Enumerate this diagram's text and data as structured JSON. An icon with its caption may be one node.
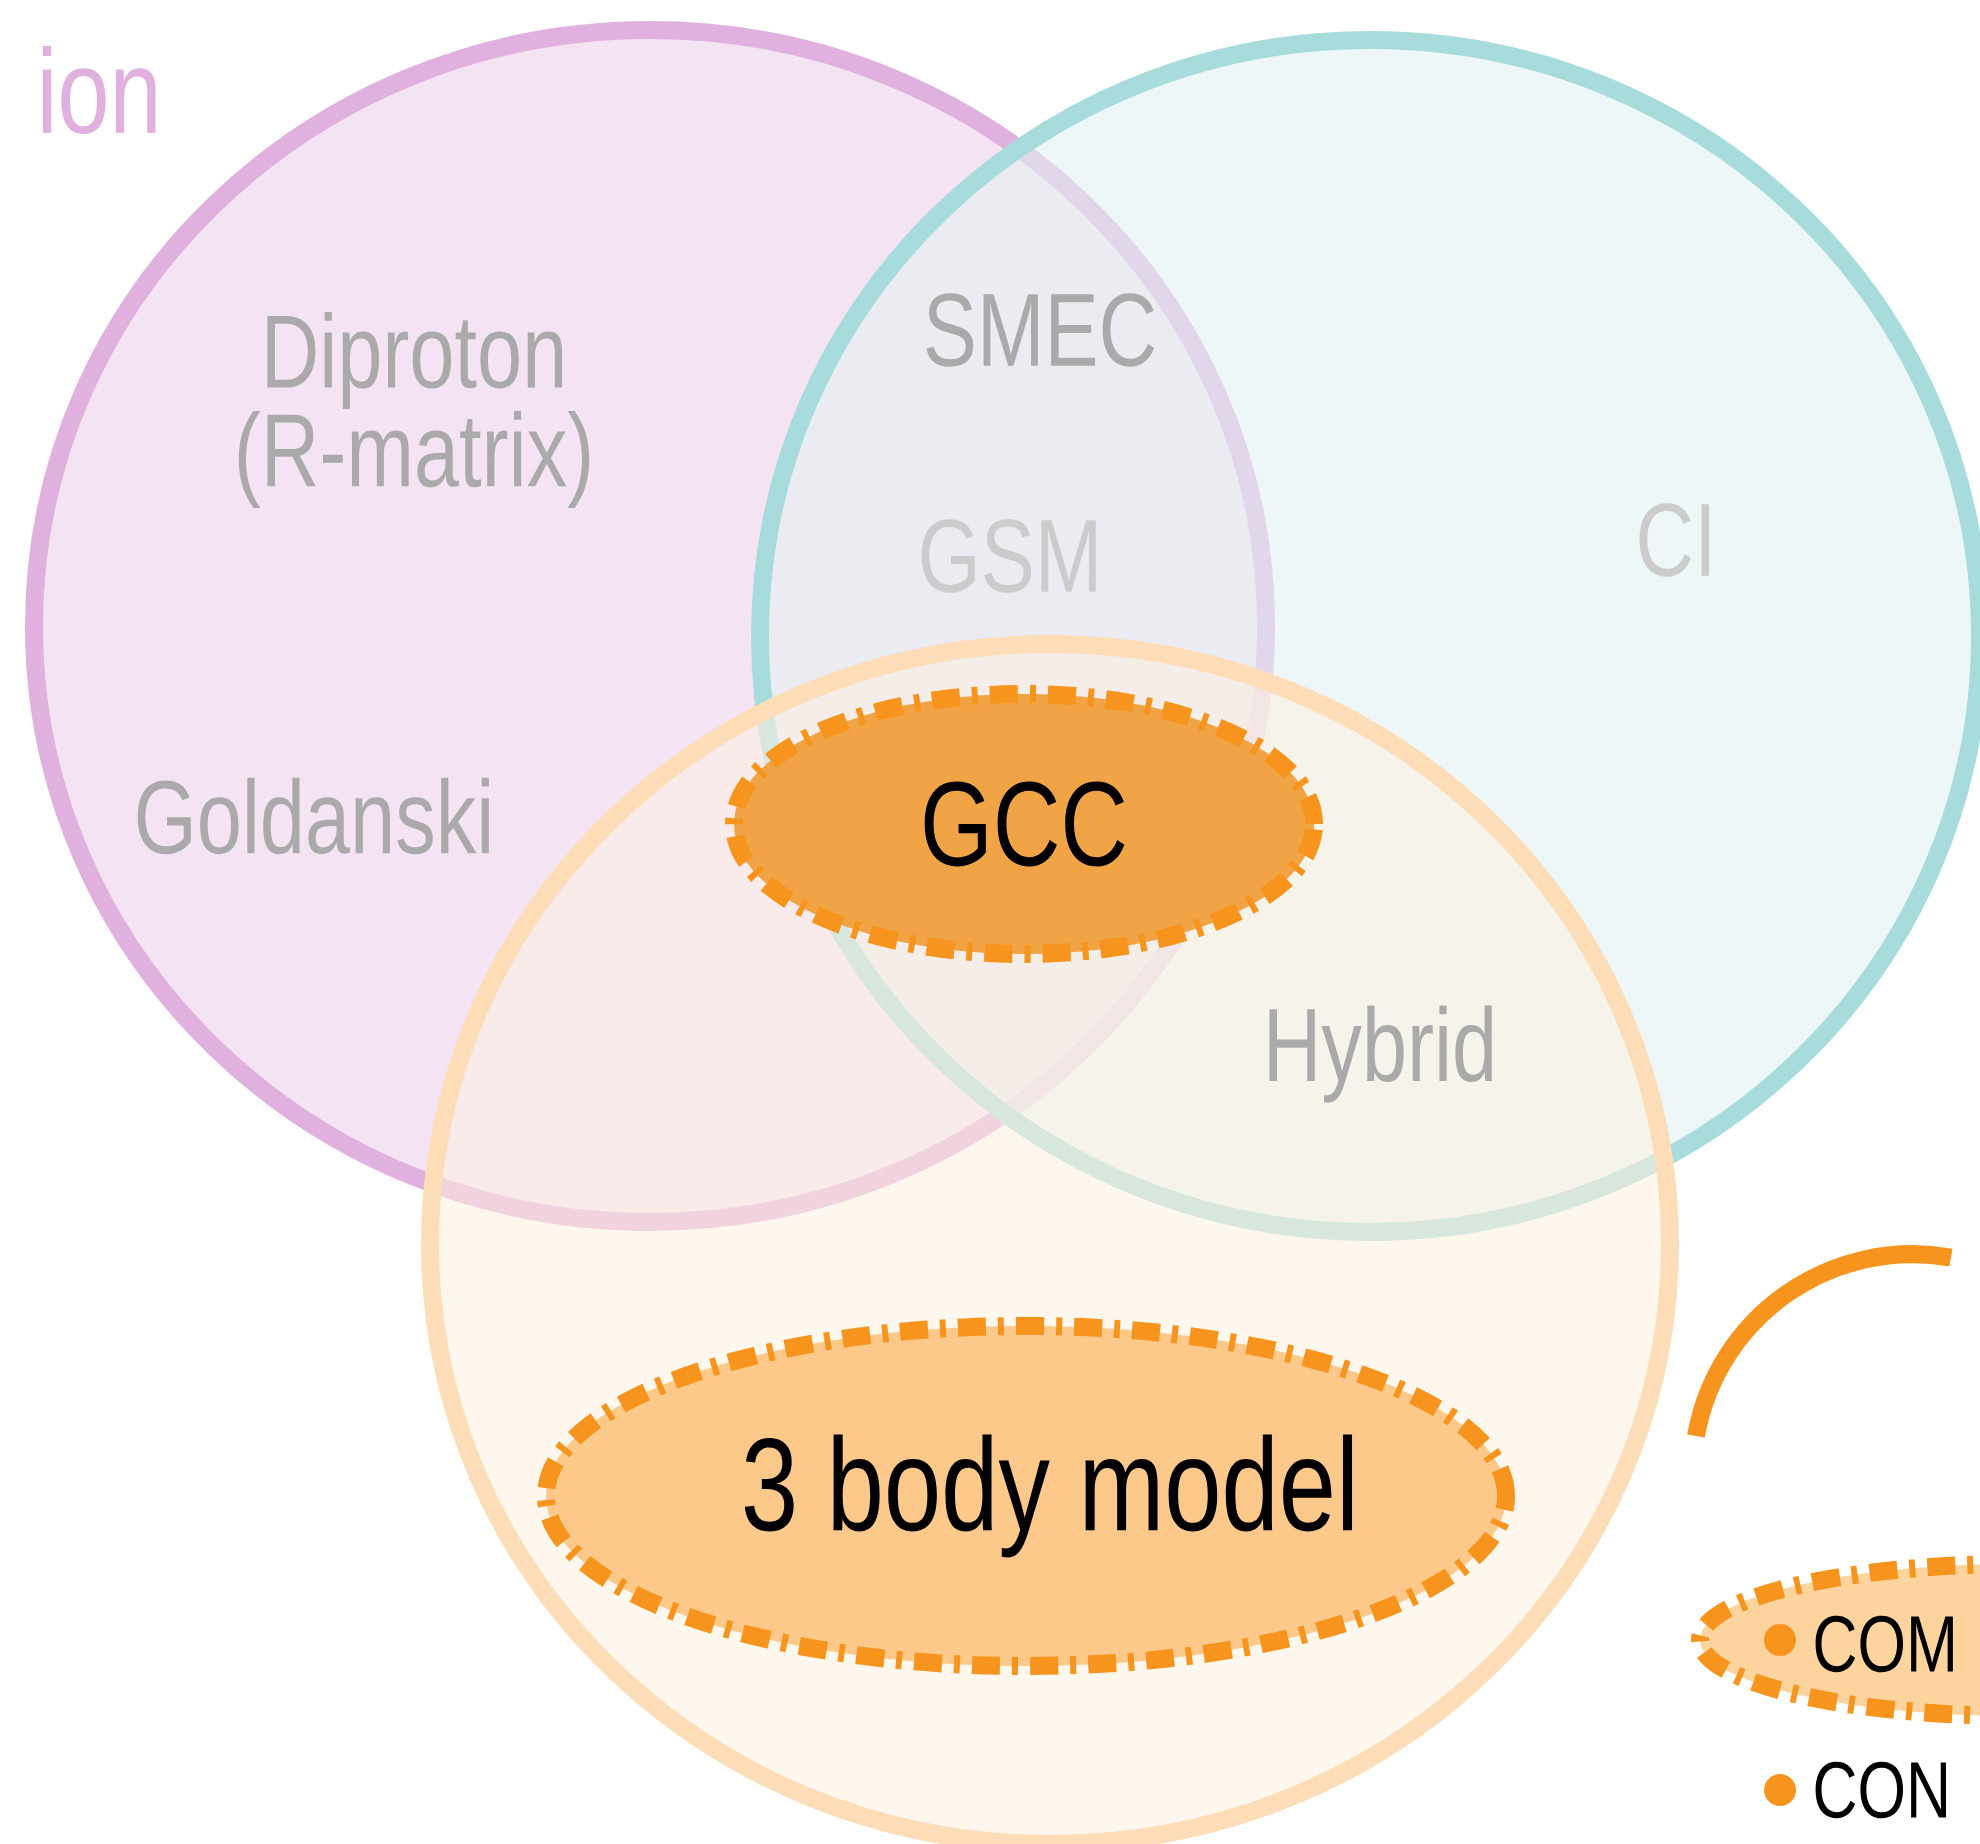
{
  "diagram": {
    "nodes": [
      {
        "text": [],
        "shape": "circle"
      },
      {
        "text": [],
        "shape": "circle"
      },
      {
        "text": [],
        "shape": "circle"
      },
      {
        "text": [
          "GCC"
        ]
      },
      {
        "text": [
          "3 body model"
        ],
        "in": 2
      },
      {
        "text": [
          "COM"
        ]
      }
    ],
    "labels": [
      "ion",
      "Diproton (R-matrix)",
      "SMEC",
      "GSM",
      "CI",
      "Goldanski",
      "Hybrid",
      "CON"
    ]
  }
}
